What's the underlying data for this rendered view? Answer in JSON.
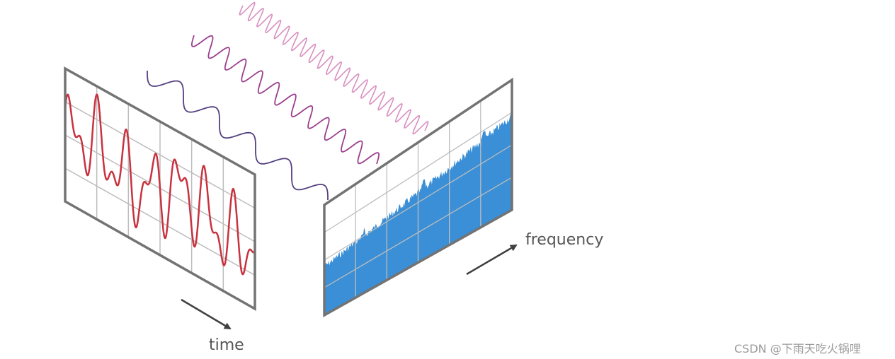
{
  "labels": {
    "time": "time",
    "frequency": "frequency"
  },
  "watermark": "CSDN @下雨天吃火锅哩",
  "colors": {
    "time_signal": "#c8323f",
    "wave_low": "#54407f",
    "wave_mid": "#9b3f8e",
    "wave_high": "#d98fbf",
    "spectrum_fill": "#3a8fd6",
    "panel_border": "#737373",
    "grid": "#bdbdbd",
    "arrow": "#404040"
  }
}
